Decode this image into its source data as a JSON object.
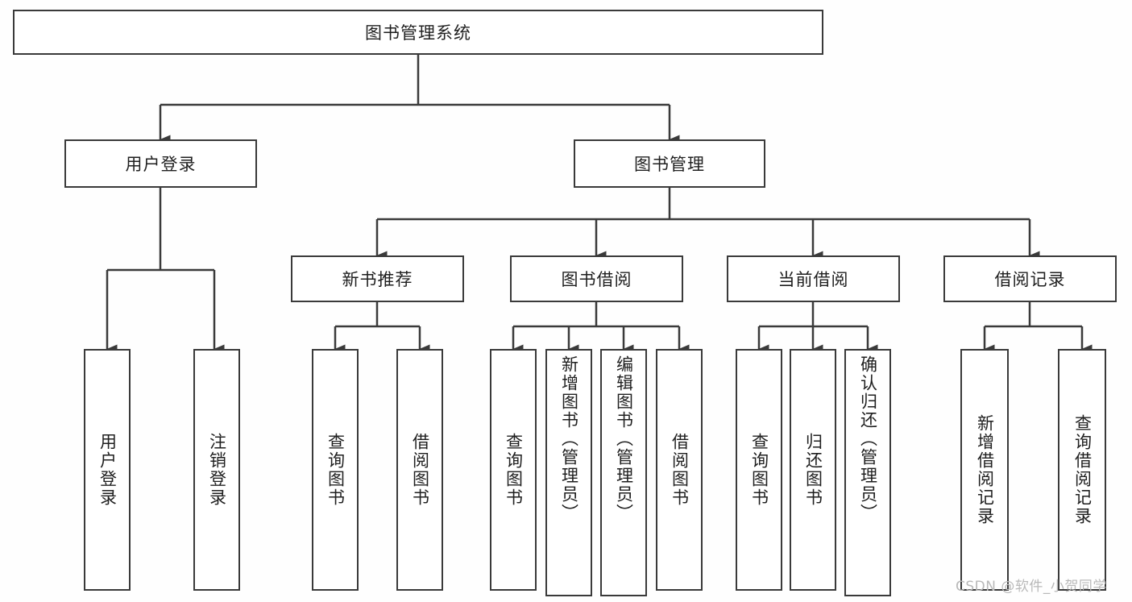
{
  "diagram": {
    "type": "hierarchy-tree",
    "title_node": {
      "label": "图书管理系统"
    },
    "level2": [
      {
        "id": "user-login",
        "label": "用户登录"
      },
      {
        "id": "book-management",
        "label": "图书管理"
      }
    ],
    "level3": [
      {
        "id": "new-book-recommend",
        "label": "新书推荐",
        "parent": "book-management"
      },
      {
        "id": "book-borrow",
        "label": "图书借阅",
        "parent": "book-management"
      },
      {
        "id": "current-borrow",
        "label": "当前借阅",
        "parent": "book-management"
      },
      {
        "id": "borrow-record",
        "label": "借阅记录",
        "parent": "book-management"
      }
    ],
    "leaves": {
      "user-login": [
        {
          "id": "leaf-user-login",
          "label": "用户登录"
        },
        {
          "id": "leaf-logout",
          "label": "注销登录"
        }
      ],
      "new-book-recommend": [
        {
          "id": "leaf-query-book-1",
          "label": "查询图书"
        },
        {
          "id": "leaf-borrow-book-1",
          "label": "借阅图书"
        }
      ],
      "book-borrow": [
        {
          "id": "leaf-query-book-2",
          "label": "查询图书"
        },
        {
          "id": "leaf-add-book",
          "label": "新增图书（管理员）"
        },
        {
          "id": "leaf-edit-book",
          "label": "编辑图书（管理员）"
        },
        {
          "id": "leaf-borrow-book-2",
          "label": "借阅图书"
        }
      ],
      "current-borrow": [
        {
          "id": "leaf-query-book-3",
          "label": "查询图书"
        },
        {
          "id": "leaf-return-book",
          "label": "归还图书"
        },
        {
          "id": "leaf-confirm-return",
          "label": "确认归还（管理员）"
        }
      ],
      "borrow-record": [
        {
          "id": "leaf-add-record",
          "label": "新增借阅记录"
        },
        {
          "id": "leaf-query-record",
          "label": "查询借阅记录"
        }
      ]
    }
  },
  "watermark": {
    "text": "CSDN @软件_小贺同学"
  },
  "colors": {
    "stroke": "#3a3a3a",
    "box_fill": "#ffffff",
    "text": "#1f1f1f",
    "background": "#fefefe",
    "watermark": "#b9b9b9"
  }
}
